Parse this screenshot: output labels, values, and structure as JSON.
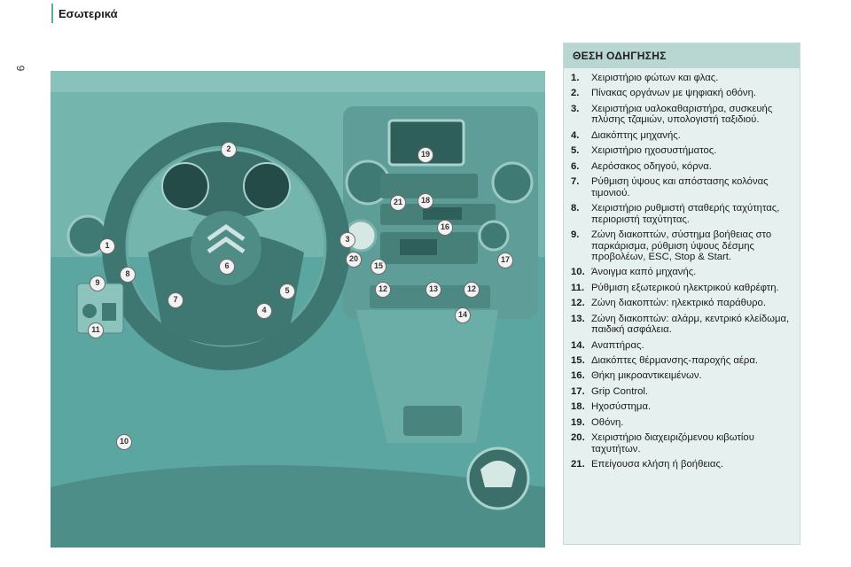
{
  "header": {
    "title": "Εσωτερικά",
    "page_number": "6"
  },
  "panel": {
    "title": "ΘΕΣΗ ΟΔΗΓΗΣΗΣ",
    "items": [
      {
        "num": "1.",
        "text": "Χειριστήριο φώτων και φλας."
      },
      {
        "num": "2.",
        "text": "Πίνακας οργάνων με ψηφιακή οθόνη."
      },
      {
        "num": "3.",
        "text": "Χειριστήρια υαλοκαθαριστήρα, συσκευής πλύσης τζαμιών, υπολογιστή ταξιδιού."
      },
      {
        "num": "4.",
        "text": "Διακόπτης μηχανής."
      },
      {
        "num": "5.",
        "text": "Χειριστήριο ηχοσυστήματος."
      },
      {
        "num": "6.",
        "text": "Αερόσακος οδηγού, κόρνα."
      },
      {
        "num": "7.",
        "text": "Ρύθμιση ύψους και απόστασης κολόνας τιμονιού."
      },
      {
        "num": "8.",
        "text": "Χειριστήριο ρυθμιστή σταθερής ταχύτητας, περιοριστή ταχύτητας."
      },
      {
        "num": "9.",
        "text": "Ζώνη διακοπτών, σύστημα βοήθειας στο παρκάρισμα, ρύθμιση ύψους δέσμης προβολέων, ESC, Stop & Start."
      },
      {
        "num": "10.",
        "text": "Άνοιγμα καπό μηχανής."
      },
      {
        "num": "11.",
        "text": "Ρύθμιση εξωτερικού ηλεκτρικού καθρέφτη."
      },
      {
        "num": "12.",
        "text": "Ζώνη διακοπτών: ηλεκτρικό παράθυρο."
      },
      {
        "num": "13.",
        "text": "Ζώνη διακοπτών: αλάρμ, κεντρικό κλείδωμα, παιδική ασφάλεια."
      },
      {
        "num": "14.",
        "text": "Αναπτήρας."
      },
      {
        "num": "15.",
        "text": "Διακόπτες θέρμανσης-παροχής αέρα."
      },
      {
        "num": "16.",
        "text": "Θήκη μικροαντικειμένων."
      },
      {
        "num": "17.",
        "text": "Grip Control."
      },
      {
        "num": "18.",
        "text": "Ηχοσύστημα."
      },
      {
        "num": "19.",
        "text": "Οθόνη."
      },
      {
        "num": "20.",
        "text": "Χειριστήριο διαχειριζόμενου κιβωτίου ταχυτήτων."
      },
      {
        "num": "21.",
        "text": "Επείγουσα κλήση ή βοήθειας."
      }
    ]
  },
  "callouts": [
    "1",
    "2",
    "3",
    "4",
    "5",
    "6",
    "7",
    "8",
    "9",
    "10",
    "11",
    "12",
    "12",
    "13",
    "14",
    "15",
    "16",
    "17",
    "18",
    "19",
    "20",
    "21"
  ]
}
